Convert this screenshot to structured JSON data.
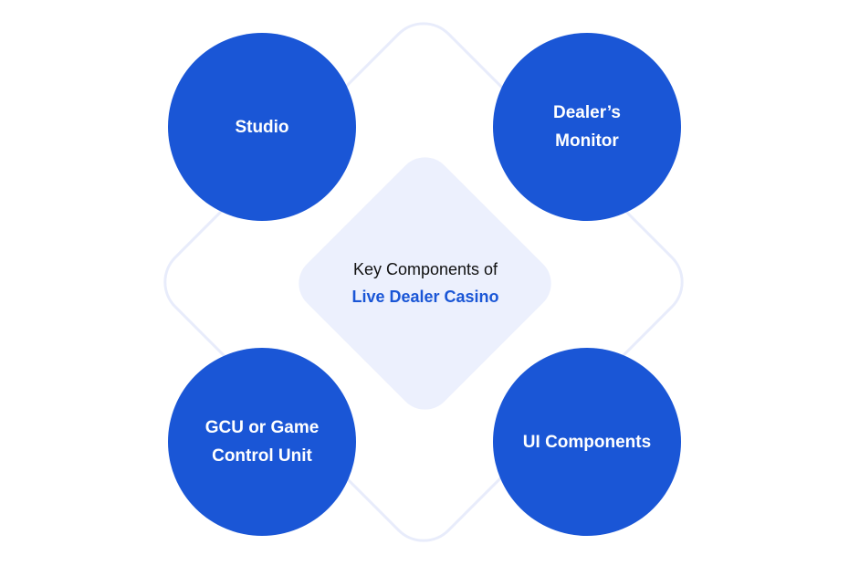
{
  "center": {
    "line1": "Key Components of",
    "line2": "Live Dealer Casino"
  },
  "components": [
    {
      "lines": [
        "Studio"
      ]
    },
    {
      "lines": [
        "Dealer’s",
        "Monitor"
      ]
    },
    {
      "lines": [
        "GCU or Game",
        "Control Unit"
      ]
    },
    {
      "lines": [
        "UI Components"
      ]
    }
  ],
  "colors": {
    "primary": "#1a56d6",
    "center_fill": "#ecf0fd",
    "outline": "#e8ecfb"
  }
}
